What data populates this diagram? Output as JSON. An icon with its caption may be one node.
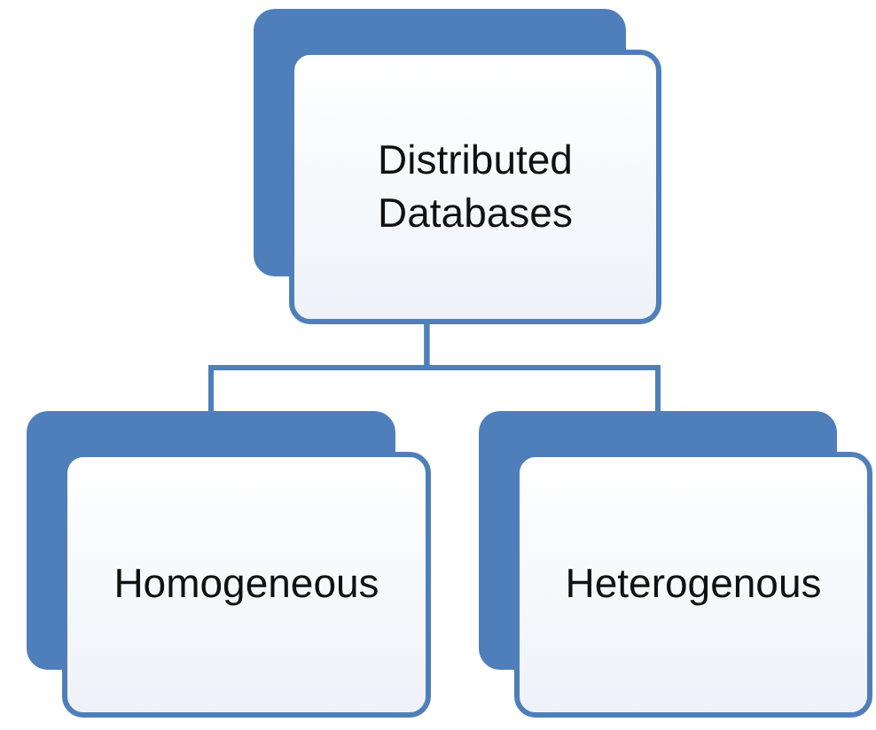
{
  "diagram": {
    "nodes": [
      {
        "text": [
          "Distributed Databases"
        ]
      },
      {
        "text": [
          "Homogeneous"
        ]
      },
      {
        "text": [
          "Heterogenous"
        ]
      }
    ],
    "edges": [
      {
        "from": 0,
        "to": 1,
        "arrow": "none"
      },
      {
        "from": 0,
        "to": 2,
        "arrow": "none"
      }
    ]
  }
}
